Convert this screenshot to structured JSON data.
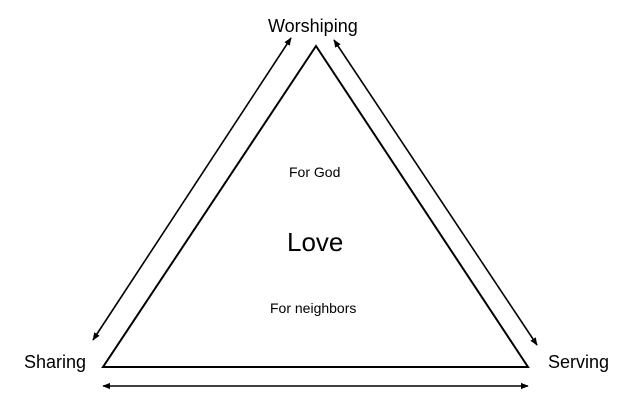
{
  "vertices": {
    "top": "Worshiping",
    "left": "Sharing",
    "right": "Serving"
  },
  "center": {
    "top_text": "For God",
    "main_text": "Love",
    "bottom_text": "For neighbors"
  },
  "colors": {
    "line": "#000000",
    "background": "#ffffff"
  }
}
